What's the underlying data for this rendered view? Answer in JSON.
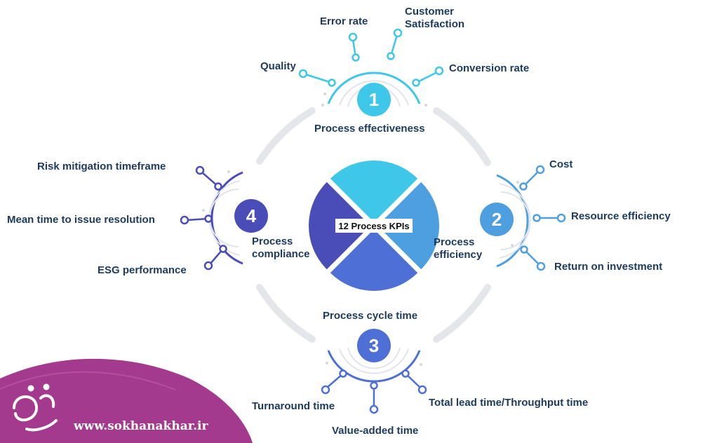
{
  "center": {
    "title": "12 Process KPIs"
  },
  "categories": [
    {
      "number": "1",
      "name": "Process effectiveness",
      "color": "#3ec7e8",
      "kpis": [
        "Quality",
        "Error rate",
        "Customer Satisfaction",
        "Conversion rate"
      ]
    },
    {
      "number": "2",
      "name": "Process efficiency",
      "color": "#4d9fe0",
      "kpis": [
        "Cost",
        "Resource efficiency",
        "Return on investment"
      ]
    },
    {
      "number": "3",
      "name": "Process cycle time",
      "color": "#4e70d6",
      "kpis": [
        "Turnaround time",
        "Value-added time",
        "Total lead time/Throughput time"
      ]
    },
    {
      "number": "4",
      "name": "Process compliance",
      "color": "#4a4db8",
      "kpis": [
        "Risk mitigation timeframe",
        "Mean time to issue resolution",
        "ESG performance"
      ]
    }
  ],
  "watermark": {
    "url": "www.sokhanakhar.ir",
    "color": "#a43a8e"
  }
}
